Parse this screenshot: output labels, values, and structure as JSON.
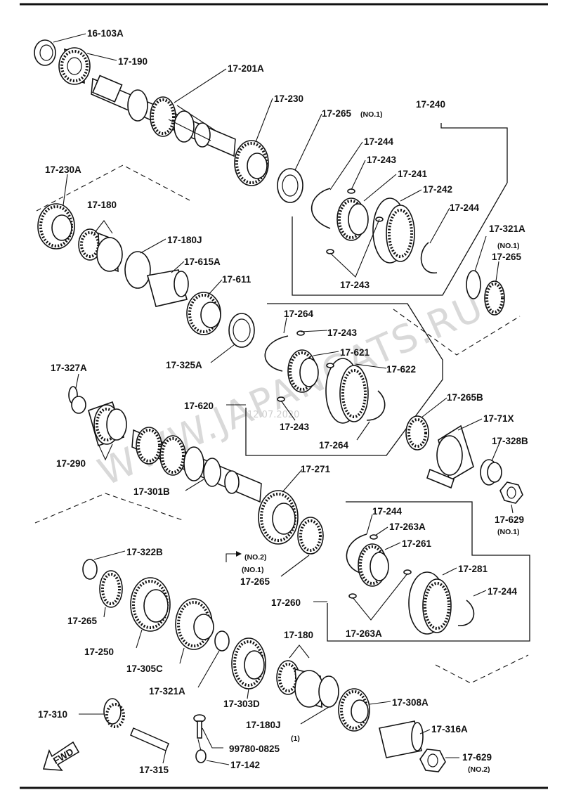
{
  "watermark": "WWW.JAPANCATS.RU",
  "stamp_date": "12.07.2020",
  "fwd_label": "FWD",
  "labels": {
    "l16_103A": "16-103A",
    "l17_190": "17-190",
    "l17_201A": "17-201A",
    "l17_230": "17-230",
    "l17_265_no1_top": "17-265",
    "no1_top": "(NO.1)",
    "l17_240": "17-240",
    "l17_244_a": "17-244",
    "l17_243_a": "17-243",
    "l17_241": "17-241",
    "l17_242": "17-242",
    "l17_244_b": "17-244",
    "l17_243_b": "17-243",
    "l17_230A": "17-230A",
    "l17_180_top": "17-180",
    "l17_180J_top": "17-180J",
    "l17_615A": "17-615A",
    "l17_611": "17-611",
    "l17_321A_top": "17-321A",
    "no1_mid": "(NO.1)",
    "l17_265_mid": "17-265",
    "l17_264_a": "17-264",
    "l17_243_c": "17-243",
    "l17_621": "17-621",
    "l17_622": "17-622",
    "l17_327A": "17-327A",
    "l17_325A": "17-325A",
    "l17_620": "17-620",
    "l17_243_d": "17-243",
    "l17_264_b": "17-264",
    "l17_265B": "17-265B",
    "l17_71X": "17-71X",
    "l17_328B": "17-328B",
    "l17_290": "17-290",
    "l17_301B": "17-301B",
    "l17_271": "17-271",
    "l17_629_no1": "17-629",
    "no1_nut": "(NO.1)",
    "l17_244_c": "17-244",
    "l17_263A_a": "17-263A",
    "l17_261": "17-261",
    "l17_322B": "17-322B",
    "no2_arrow": "(NO.2)",
    "no1_arrow": "(NO.1)",
    "l17_265_low": "17-265",
    "l17_281": "17-281",
    "l17_244_d": "17-244",
    "l17_260": "17-260",
    "l17_263A_b": "17-263A",
    "l17_265_left": "17-265",
    "l17_250": "17-250",
    "l17_305C": "17-305C",
    "l17_180_bot": "17-180",
    "l17_321A_bot": "17-321A",
    "l17_303D": "17-303D",
    "l17_308A": "17-308A",
    "l17_310": "17-310",
    "l17_180J_bot": "17-180J",
    "l17_316A": "17-316A",
    "l99780": "99780-0825",
    "one_paren": "(1)",
    "l17_142": "17-142",
    "l17_629_no2": "17-629",
    "no2_nut": "(NO.2)",
    "l17_315": "17-315"
  }
}
